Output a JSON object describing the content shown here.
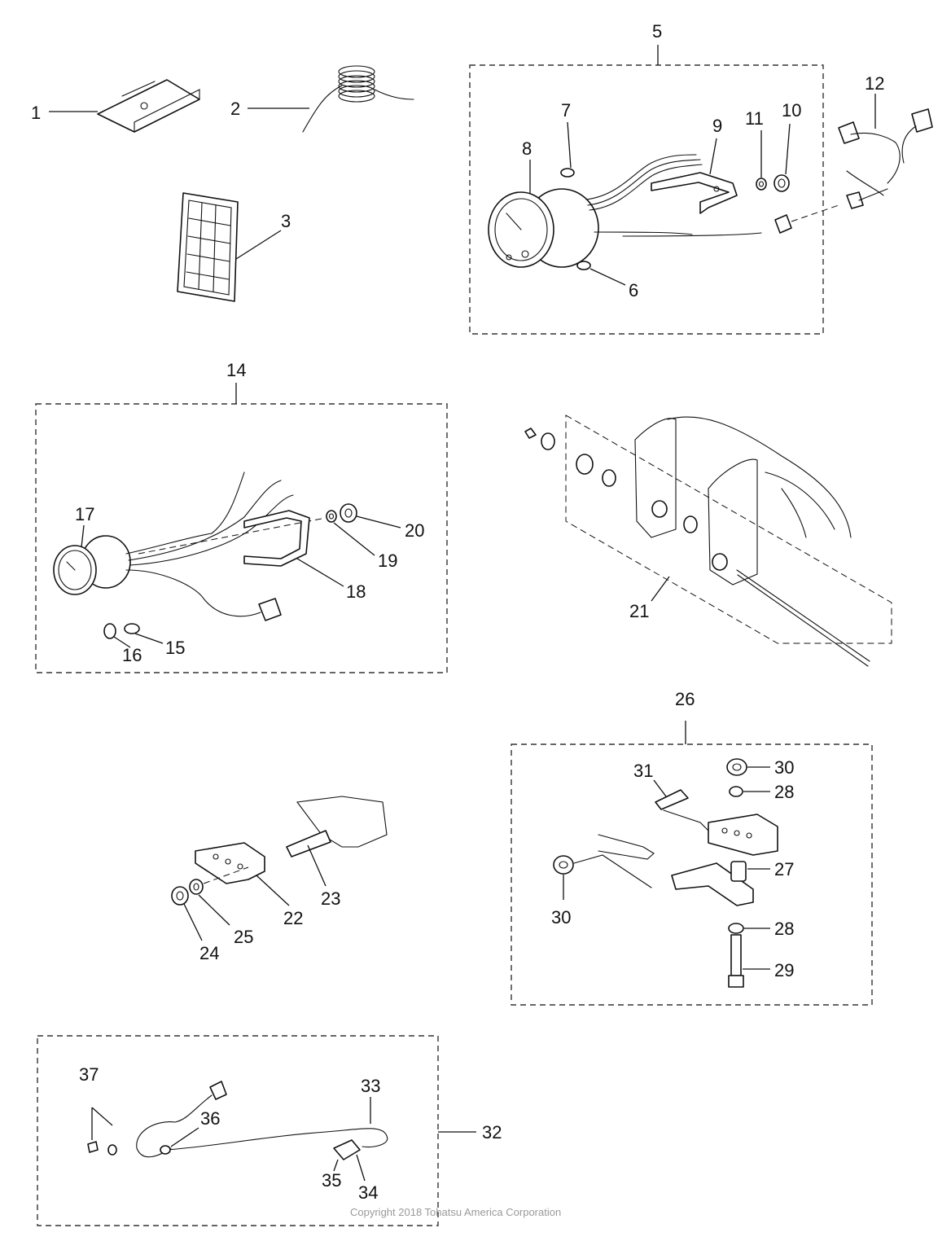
{
  "callouts": [
    {
      "id": "1",
      "text": "1"
    },
    {
      "id": "2",
      "text": "2"
    },
    {
      "id": "3",
      "text": "3"
    },
    {
      "id": "5",
      "text": "5"
    },
    {
      "id": "6",
      "text": "6"
    },
    {
      "id": "7",
      "text": "7"
    },
    {
      "id": "8",
      "text": "8"
    },
    {
      "id": "9",
      "text": "9"
    },
    {
      "id": "10",
      "text": "10"
    },
    {
      "id": "11",
      "text": "11"
    },
    {
      "id": "12",
      "text": "12"
    },
    {
      "id": "14",
      "text": "14"
    },
    {
      "id": "15",
      "text": "15"
    },
    {
      "id": "16",
      "text": "16"
    },
    {
      "id": "17",
      "text": "17"
    },
    {
      "id": "18",
      "text": "18"
    },
    {
      "id": "19",
      "text": "19"
    },
    {
      "id": "20",
      "text": "20"
    },
    {
      "id": "21",
      "text": "21"
    },
    {
      "id": "22",
      "text": "22"
    },
    {
      "id": "23",
      "text": "23"
    },
    {
      "id": "24",
      "text": "24"
    },
    {
      "id": "25",
      "text": "25"
    },
    {
      "id": "26",
      "text": "26"
    },
    {
      "id": "27",
      "text": "27"
    },
    {
      "id": "28a",
      "text": "28"
    },
    {
      "id": "28b",
      "text": "28"
    },
    {
      "id": "29",
      "text": "29"
    },
    {
      "id": "30a",
      "text": "30"
    },
    {
      "id": "30b",
      "text": "30"
    },
    {
      "id": "31",
      "text": "31"
    },
    {
      "id": "32",
      "text": "32"
    },
    {
      "id": "33",
      "text": "33"
    },
    {
      "id": "34",
      "text": "34"
    },
    {
      "id": "35",
      "text": "35"
    },
    {
      "id": "36",
      "text": "36"
    },
    {
      "id": "37",
      "text": "37"
    }
  ],
  "copyright": "Copyright 2018 Tohatsu America Corporation"
}
